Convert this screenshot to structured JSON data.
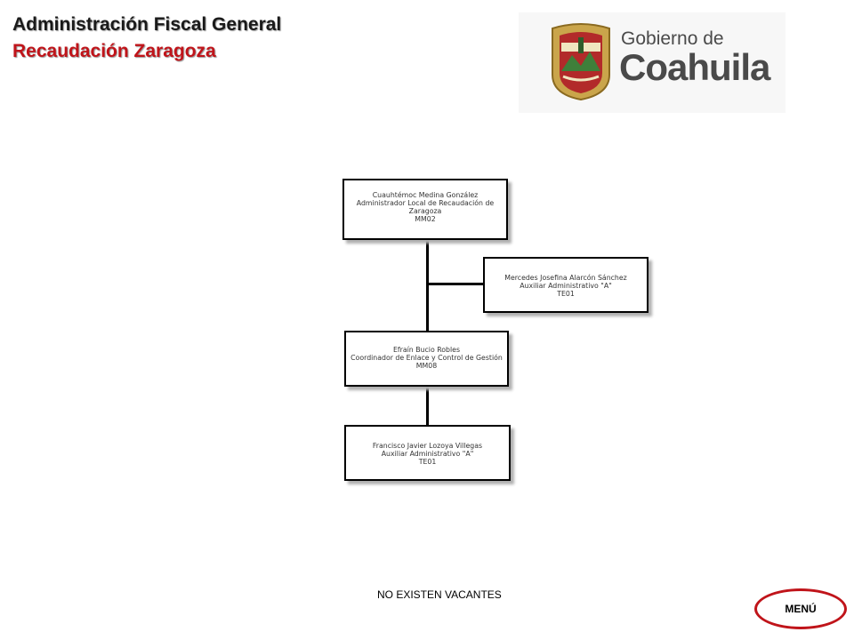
{
  "header": {
    "title": "Administración Fiscal General",
    "subtitle": "Recaudación Zaragoza"
  },
  "logo": {
    "line1": "Gobierno de",
    "line2": "Coahuila"
  },
  "org": {
    "nodes": [
      {
        "name": "Cuauhtémoc Medina González",
        "role": "Administrador Local de Recaudación de",
        "role2": "Zaragoza",
        "code": "MM02"
      },
      {
        "name": "Mercedes Josefina Alarcón Sánchez",
        "role": "Auxiliar Administrativo \"A\"",
        "code": "TE01"
      },
      {
        "name": "Efraín Bucio Robles",
        "role": "Coordinador de Enlace y Control de Gestión",
        "code": "MM08"
      },
      {
        "name": "Francisco Javier Lozoya Villegas",
        "role": "Auxiliar Administrativo \"A\"",
        "code": "TE01"
      }
    ]
  },
  "footer": {
    "note": "NO EXISTEN VACANTES",
    "menu_label": "MENÚ"
  },
  "colors": {
    "accent": "#c0141a",
    "text": "#1a1a1a"
  }
}
